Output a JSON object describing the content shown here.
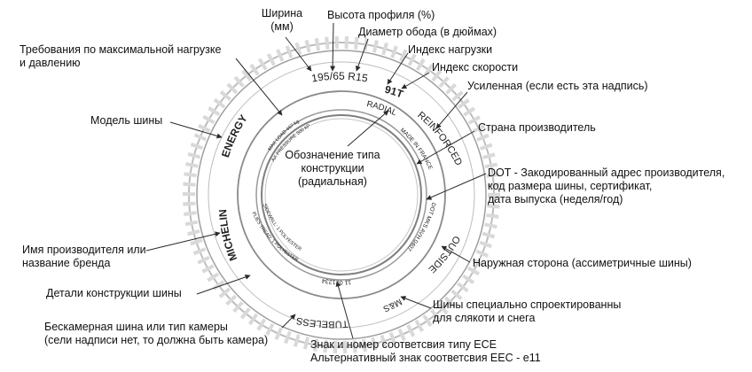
{
  "tire": {
    "size": "195/65 R15",
    "load_speed": "91T",
    "radial": "RADIAL",
    "reinforced": "REINFORCED",
    "made_in": "MADE IN FRANCE",
    "dot": "DOT MKS AVH 0407",
    "outside": "OUTSIDE",
    "ms": "M&S",
    "tubeless": "TUBELESS",
    "ece": "11 021234",
    "plies": "PLIES TREAD: 1 POLYESTER",
    "sidewall": "SIDEWALL: 1 POLYESTER",
    "brand": "MICHELIN",
    "model": "ENERGY",
    "max_load": "MAX LOAD 467 kg",
    "max_pressure": "MAX PRESSURE 300 kPa"
  },
  "labels": {
    "width": [
      "Ширина",
      "(мм)"
    ],
    "profile": [
      "Высота профиля (%)"
    ],
    "rim": [
      "Диаметр обода (в дюймах)"
    ],
    "load_index": [
      "Индекс нагрузки"
    ],
    "speed_index": [
      "Индекс скорости"
    ],
    "reinforced": [
      "Усиленная (если есть эта надпись)"
    ],
    "max_load": [
      "Требования по максимальной нагрузке",
      "и давлению"
    ],
    "model": [
      "Модель шины"
    ],
    "country": [
      "Страна производитель"
    ],
    "construction": [
      "Обозначение типа",
      "конструкции",
      "(радиальная)"
    ],
    "dot": [
      "DOT - Закодированный адрес производителя,",
      "код размера шины, сертификат,",
      "дата выпуска (неделя/год)"
    ],
    "brand": [
      "Имя производителя или",
      "название бренда"
    ],
    "outside": [
      "Наружная сторона (ассиметричные шины)"
    ],
    "construction_details": [
      "Детали конструкции шины"
    ],
    "ms": [
      "Шины специально спроектированны",
      "для слякоти и снега"
    ],
    "tubeless": [
      "Бескамерная шина или тип камеры",
      "(сели надписи нет, то должна быть камера)"
    ],
    "ece": [
      "Знак и номер соответсвия типу ECE",
      "Альтернативный знак соответсвия EEC - e11"
    ]
  }
}
